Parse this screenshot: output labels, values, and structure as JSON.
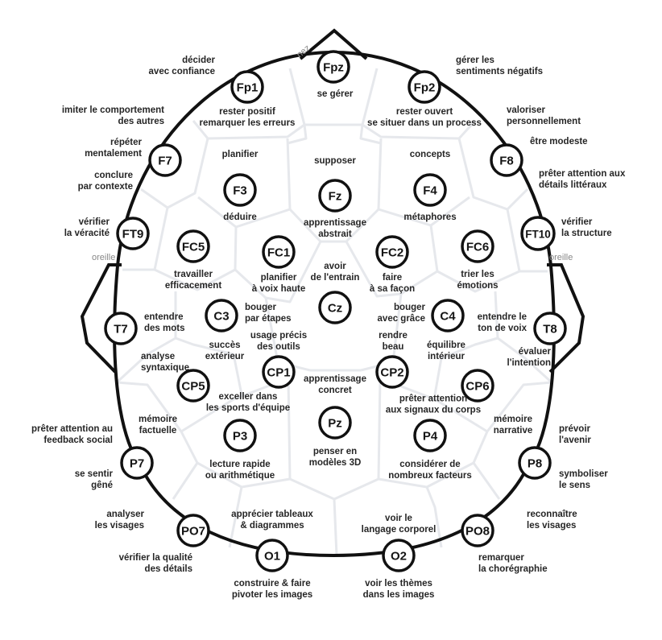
{
  "diagram": {
    "annotations": {
      "nose": "nez",
      "ear_left": "oreille",
      "ear_right": "oreille"
    },
    "electrodes": [
      {
        "id": "Fpz",
        "functions": [
          "se gérer"
        ]
      },
      {
        "id": "Fp1",
        "functions": [
          "décider\navec confiance",
          "rester positif\nremarquer les erreurs"
        ]
      },
      {
        "id": "Fp2",
        "functions": [
          "gérer les\nsentiments négatifs",
          "rester ouvert\nse situer dans un process"
        ]
      },
      {
        "id": "F7",
        "functions": [
          "imiter le comportement\ndes autres",
          "répéter\nmentalement",
          "conclure\npar contexte"
        ]
      },
      {
        "id": "F8",
        "functions": [
          "valoriser\npersonnellement",
          "être modeste",
          "prêter attention aux\ndétails littéraux"
        ]
      },
      {
        "id": "F3",
        "functions": [
          "planifier",
          "déduire"
        ]
      },
      {
        "id": "Fz",
        "functions": [
          "supposer",
          "apprentissage\nabstrait"
        ]
      },
      {
        "id": "F4",
        "functions": [
          "concepts",
          "métaphores"
        ]
      },
      {
        "id": "FT9",
        "functions": [
          "vérifier\nla véracité"
        ]
      },
      {
        "id": "FT10",
        "functions": [
          "vérifier\nla structure"
        ]
      },
      {
        "id": "FC5",
        "functions": [
          "travailler\nefficacement"
        ]
      },
      {
        "id": "FC1",
        "functions": [
          "planifier\nà voix haute"
        ]
      },
      {
        "id": "FC2",
        "functions": [
          "faire\nà sa façon"
        ]
      },
      {
        "id": "FC6",
        "functions": [
          "trier les\némotions"
        ]
      },
      {
        "id": "Cz",
        "functions": [
          "avoir\nde l'entrain"
        ]
      },
      {
        "id": "C3",
        "functions": [
          "bouger\npar étapes",
          "succès\nextérieur"
        ]
      },
      {
        "id": "C4",
        "functions": [
          "bouger\navec grâce",
          "équilibre\nintérieur"
        ]
      },
      {
        "id": "T7",
        "functions": [
          "entendre\ndes mots",
          "analyse\nsyntaxique"
        ]
      },
      {
        "id": "T8",
        "functions": [
          "entendre le\nton de voix",
          "évaluer\nl'intention"
        ]
      },
      {
        "id": "CP5",
        "functions": [
          "mémoire\nfactuelle"
        ]
      },
      {
        "id": "CP1",
        "functions": [
          "usage précis\ndes outils",
          "exceller dans\nles sports d'équipe"
        ]
      },
      {
        "id": "CP2",
        "functions": [
          "rendre\nbeau",
          "prêter attention\naux signaux du corps"
        ]
      },
      {
        "id": "CP6",
        "functions": [
          "mémoire\nnarrative"
        ]
      },
      {
        "id": "Pz",
        "functions": [
          "apprentissage\nconcret",
          "penser en\nmodèles 3D"
        ]
      },
      {
        "id": "P3",
        "functions": [
          "lecture rapide\nou arithmétique"
        ]
      },
      {
        "id": "P4",
        "functions": [
          "considérer de\nnombreux facteurs"
        ]
      },
      {
        "id": "P7",
        "functions": [
          "prêter attention au\nfeedback social",
          "se sentir\ngêné"
        ]
      },
      {
        "id": "P8",
        "functions": [
          "prévoir\nl'avenir",
          "symboliser\nle sens"
        ]
      },
      {
        "id": "PO7",
        "functions": [
          "analyser\nles visages",
          "vérifier la qualité\ndes détails"
        ]
      },
      {
        "id": "PO8",
        "functions": [
          "reconnaître\nles visages",
          "remarquer\nla chorégraphie"
        ]
      },
      {
        "id": "O1",
        "functions": [
          "apprécier tableaux\n& diagrammes",
          "construire & faire\npivoter les images"
        ]
      },
      {
        "id": "O2",
        "functions": [
          "voir le\nlangage corporel",
          "voir les thèmes\ndans les images"
        ]
      }
    ],
    "colors": {
      "outline": "#111111",
      "grid": "#e6e8ec",
      "text": "#262626",
      "annotation": "#888888"
    }
  }
}
